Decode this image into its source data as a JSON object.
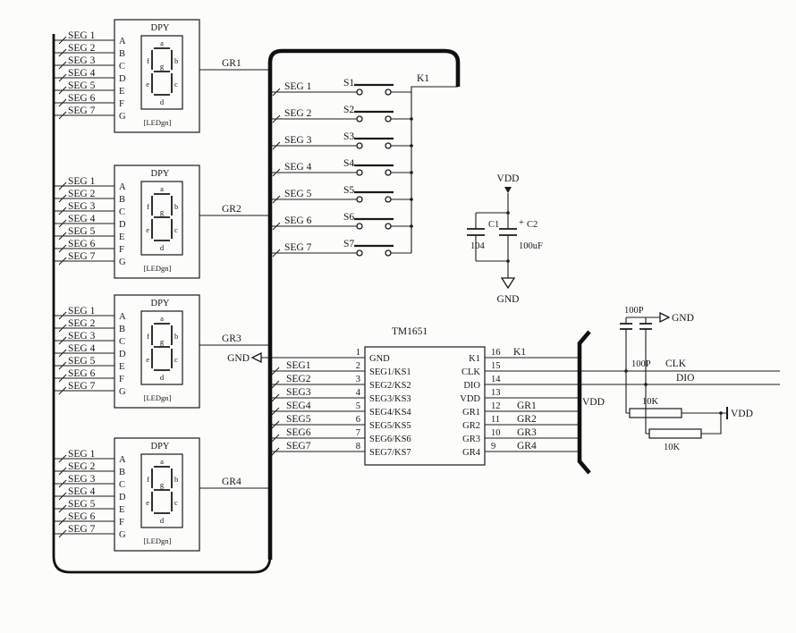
{
  "displays": [
    {
      "title": "DPY",
      "footer": "[LEDgn]",
      "gr": "GR1",
      "segs": [
        "SEG 1",
        "SEG 2",
        "SEG 3",
        "SEG 4",
        "SEG 5",
        "SEG 6",
        "SEG 7"
      ],
      "pins": [
        "A",
        "B",
        "C",
        "D",
        "E",
        "F",
        "G"
      ]
    },
    {
      "title": "DPY",
      "footer": "[LEDgn]",
      "gr": "GR2",
      "segs": [
        "SEG 1",
        "SEG 2",
        "SEG 3",
        "SEG 4",
        "SEG 5",
        "SEG 6",
        "SEG 7"
      ],
      "pins": [
        "A",
        "B",
        "C",
        "D",
        "E",
        "F",
        "G"
      ]
    },
    {
      "title": "DPY",
      "footer": "[LEDgn]",
      "gr": "GR3",
      "segs": [
        "SEG 1",
        "SEG 2",
        "SEG 3",
        "SEG 4",
        "SEG 5",
        "SEG 6",
        "SEG 7"
      ],
      "pins": [
        "A",
        "B",
        "C",
        "D",
        "E",
        "F",
        "G"
      ]
    },
    {
      "title": "DPY",
      "footer": "[LEDgn]",
      "gr": "GR4",
      "segs": [
        "SEG 1",
        "SEG 2",
        "SEG 3",
        "SEG 4",
        "SEG 5",
        "SEG 6",
        "SEG 7"
      ],
      "pins": [
        "A",
        "B",
        "C",
        "D",
        "E",
        "F",
        "G"
      ]
    }
  ],
  "digit": {
    "a": "a",
    "b": "b",
    "c": "c",
    "d": "d",
    "e": "e",
    "f": "f",
    "g": "g"
  },
  "keypad": {
    "segs": [
      "SEG 1",
      "SEG 2",
      "SEG 3",
      "SEG 4",
      "SEG 5",
      "SEG 6",
      "SEG 7"
    ],
    "switches": [
      "S1",
      "S2",
      "S3",
      "S4",
      "S5",
      "S6",
      "S7"
    ],
    "net": "K1"
  },
  "supply": {
    "vdd": "VDD",
    "gnd": "GND",
    "c1_name": "C1",
    "c1_value": "104",
    "c2_plus": "+",
    "c2_name": "C2",
    "c2_value": "100uF"
  },
  "ic": {
    "title": "TM1651",
    "gnd_net": "GND",
    "left_nets": [
      "SEG1",
      "SEG2",
      "SEG3",
      "SEG4",
      "SEG5",
      "SEG6",
      "SEG7"
    ],
    "left_pins": [
      {
        "num": "1",
        "name": "GND"
      },
      {
        "num": "2",
        "name": "SEG1/KS1"
      },
      {
        "num": "3",
        "name": "SEG2/KS2"
      },
      {
        "num": "4",
        "name": "SEG3/KS3"
      },
      {
        "num": "5",
        "name": "SEG4/KS4"
      },
      {
        "num": "6",
        "name": "SEG5/KS5"
      },
      {
        "num": "7",
        "name": "SEG6/KS6"
      },
      {
        "num": "8",
        "name": "SEG7/KS7"
      }
    ],
    "right_pins": [
      {
        "num": "16",
        "name": "K1",
        "net": "K1"
      },
      {
        "num": "15",
        "name": "CLK",
        "net": ""
      },
      {
        "num": "14",
        "name": "DIO",
        "net": ""
      },
      {
        "num": "13",
        "name": "VDD",
        "net": "VDD"
      },
      {
        "num": "12",
        "name": "GR1",
        "net": "GR1"
      },
      {
        "num": "11",
        "name": "GR2",
        "net": "GR2"
      },
      {
        "num": "10",
        "name": "GR3",
        "net": "GR3"
      },
      {
        "num": "9",
        "name": "GR4",
        "net": "GR4"
      }
    ]
  },
  "filter": {
    "cap1": "100P",
    "gnd": "GND",
    "cap2": "100P",
    "clk": "CLK",
    "dio": "DIO",
    "r1": "10K",
    "r2": "10K",
    "vdd": "VDD"
  }
}
